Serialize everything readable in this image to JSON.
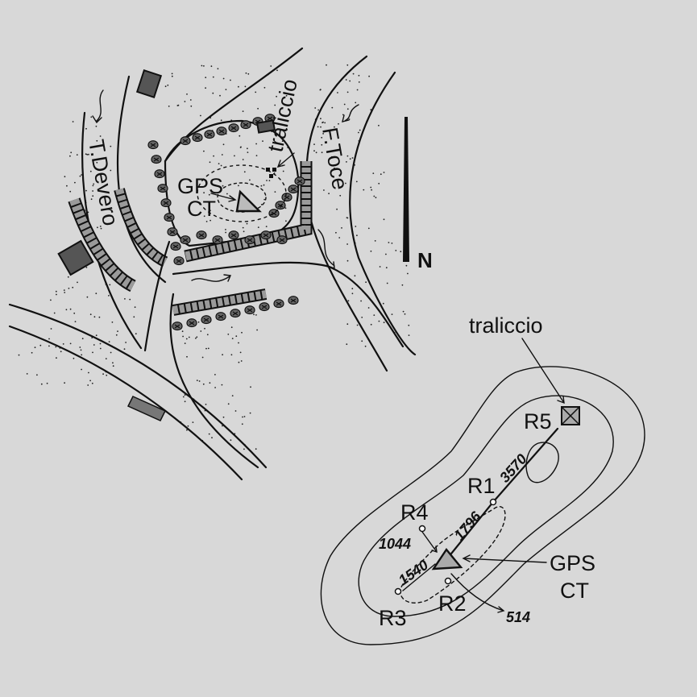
{
  "sketch": {
    "labels": {
      "devero": "T.Devero",
      "toce": "F.Toce",
      "traliccio": "traliccio",
      "gps": "GPS",
      "ct": "CT"
    },
    "north_symbol": "N"
  },
  "network": {
    "traliccio_label": "traliccio",
    "gps_label": "GPS",
    "ct_label": "CT",
    "stations": [
      "R5",
      "R1",
      "R4",
      "R3",
      "R2"
    ],
    "distances": {
      "r1_r5": "3570",
      "r1_ct": "1796",
      "r4_ct": "1044",
      "r3_ct": "1540",
      "r2_ct": "514"
    }
  }
}
